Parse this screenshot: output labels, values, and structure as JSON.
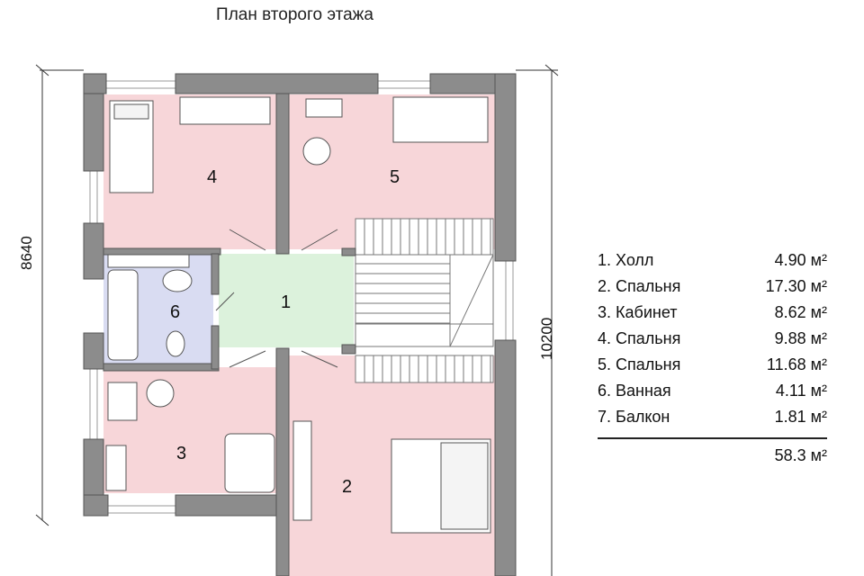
{
  "title": "План второго этажа",
  "dimensions": {
    "left": "8640",
    "right": "10200"
  },
  "room_labels": [
    "1",
    "2",
    "3",
    "4",
    "5",
    "6"
  ],
  "legend": [
    {
      "name": "1. Холл",
      "area": "4.90 м²"
    },
    {
      "name": "2. Спальня",
      "area": "17.30 м²"
    },
    {
      "name": "3. Кабинет",
      "area": "8.62 м²"
    },
    {
      "name": "4. Спальня",
      "area": "9.88 м²"
    },
    {
      "name": "5. Спальня",
      "area": "11.68 м²"
    },
    {
      "name": "6. Ванная",
      "area": "4.11 м²"
    },
    {
      "name": "7. Балкон",
      "area": "1.81 м²"
    }
  ],
  "total": "58.3 м²",
  "colors": {
    "room": "#f7d6d9",
    "hall": "#dcf2dc",
    "bath": "#d9dcf2",
    "wall": "#8c8c8c"
  }
}
